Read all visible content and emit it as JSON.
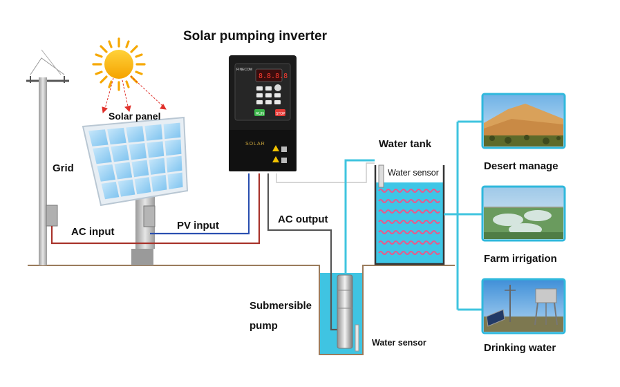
{
  "title": "Solar pumping inverter",
  "labels": {
    "solar_panel": "Solar panel",
    "grid": "Grid",
    "ac_input": "AC input",
    "pv_input": "PV input",
    "ac_output": "AC output",
    "water_tank": "Water tank",
    "tank_sensor": "Water sensor",
    "submersible_line1": "Submersible",
    "submersible_line2": "pump",
    "well_sensor": "Water sensor"
  },
  "inverter": {
    "brand": "FINECOM",
    "panel_text": "SOLAR",
    "run_key": "RUN",
    "stop_key": "STOP"
  },
  "applications": [
    {
      "label": "Desert manage",
      "icon": "desert-photo"
    },
    {
      "label": "Farm irrigation",
      "icon": "irrigation-photo"
    },
    {
      "label": "Drinking water",
      "icon": "water-tower-photo"
    }
  ],
  "colors": {
    "pv_wire": "#2a4fb0",
    "ac_wire": "#a8322a",
    "output_wire": "#555555",
    "water_pipe": "#3fc4df",
    "water": "#35c0e0",
    "ground": "#9a7b5c",
    "sun": "#f7b500",
    "ray": "#e0312b",
    "panel_cell": "#9fd3f4"
  }
}
